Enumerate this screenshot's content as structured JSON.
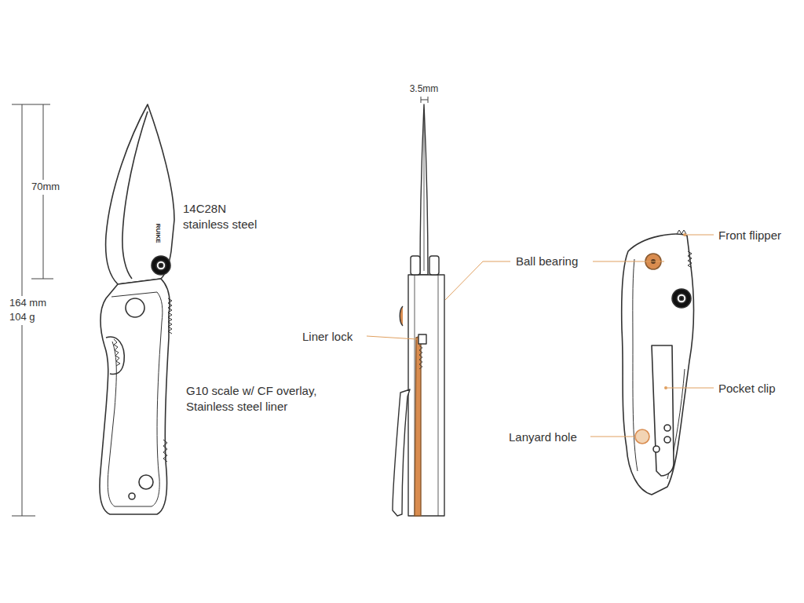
{
  "diagram": {
    "labels": [
      "70mm",
      "14C28N stainless steel",
      "164 mm",
      "104 g",
      "RUIKE",
      "G10 scale w/ CF overlay, Stainless steel liner",
      "3.5mm",
      "Ball bearing",
      "Liner lock",
      "Front flipper",
      "Pocket clip",
      "Lanyard hole"
    ]
  }
}
